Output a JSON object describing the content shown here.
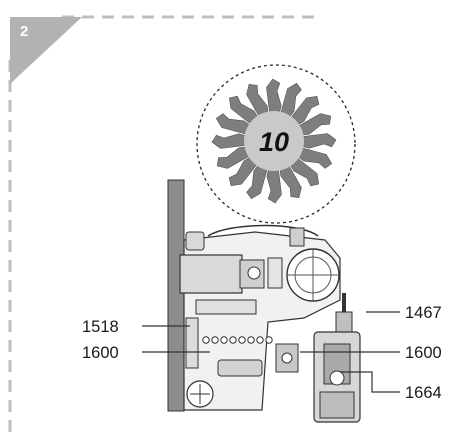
{
  "step_number": "2",
  "detail_number": "10",
  "callouts": {
    "c1467": "1467",
    "c1518": "1518",
    "c1600_left": "1600",
    "c1600_right": "1600",
    "c1664": "1664"
  },
  "colors": {
    "step_badge": "#b2b2b2",
    "dashed_border": "#bdbdbd",
    "tooth": "#7e7e7e",
    "gear_center": "#c9c9c9",
    "frame": "#8d8d8d",
    "part_light": "#d9d9d9",
    "line": "#4a4a4a"
  }
}
